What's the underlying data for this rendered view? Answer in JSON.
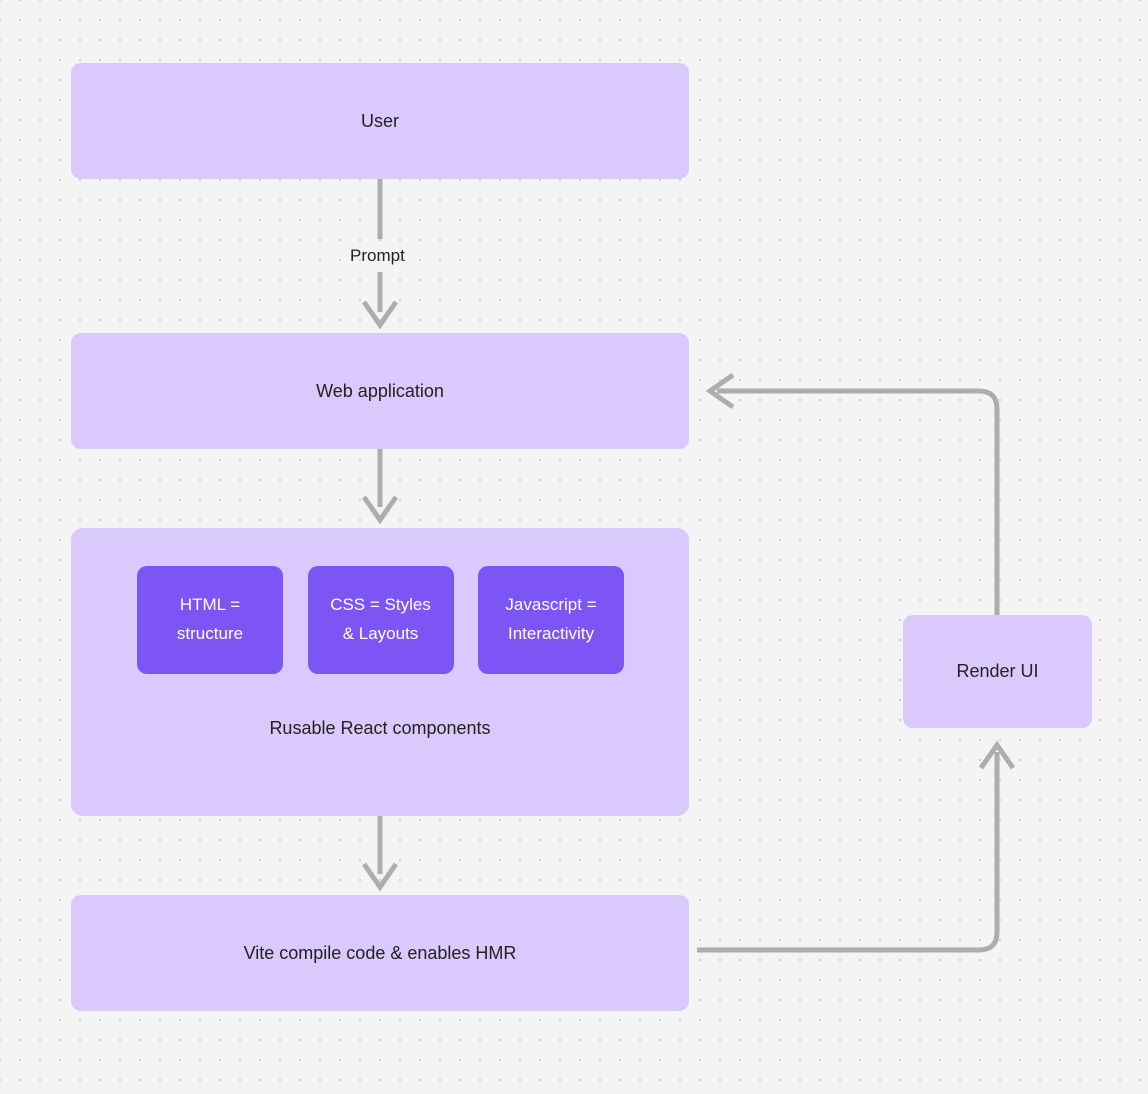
{
  "diagram": {
    "type": "flowchart",
    "background": "#f4f4f4",
    "node_fill": "#d9c9fc",
    "chip_fill": "#7c55f4",
    "edge_color": "#adadad",
    "text_color": "#242121",
    "nodes": [
      {
        "id": "user",
        "label": "User"
      },
      {
        "id": "webapp",
        "label": "Web application"
      },
      {
        "id": "components",
        "label": "Rusable React components"
      },
      {
        "id": "vite",
        "label": "Vite compile code & enables HMR"
      },
      {
        "id": "render",
        "label": "Render UI"
      }
    ],
    "chips": [
      {
        "id": "html",
        "label": "HTML =\nstructure"
      },
      {
        "id": "css",
        "label": "CSS = Styles\n& Layouts"
      },
      {
        "id": "javascript",
        "label": "Javascript =\nInteractivity"
      }
    ],
    "chip_lines": {
      "html": {
        "line1": "HTML =",
        "line2": "structure"
      },
      "css": {
        "line1": "CSS = Styles",
        "line2": "& Layouts"
      },
      "javascript": {
        "line1": "Javascript =",
        "line2": "Interactivity"
      }
    },
    "edges": [
      {
        "id": "user-webapp",
        "from": "user",
        "to": "webapp",
        "label": "Prompt"
      },
      {
        "id": "webapp-components",
        "from": "webapp",
        "to": "components",
        "label": ""
      },
      {
        "id": "components-vite",
        "from": "components",
        "to": "vite",
        "label": ""
      },
      {
        "id": "vite-render",
        "from": "vite",
        "to": "render",
        "label": ""
      },
      {
        "id": "render-webapp",
        "from": "render",
        "to": "webapp",
        "label": ""
      }
    ],
    "labels": {
      "prompt": "Prompt"
    }
  }
}
